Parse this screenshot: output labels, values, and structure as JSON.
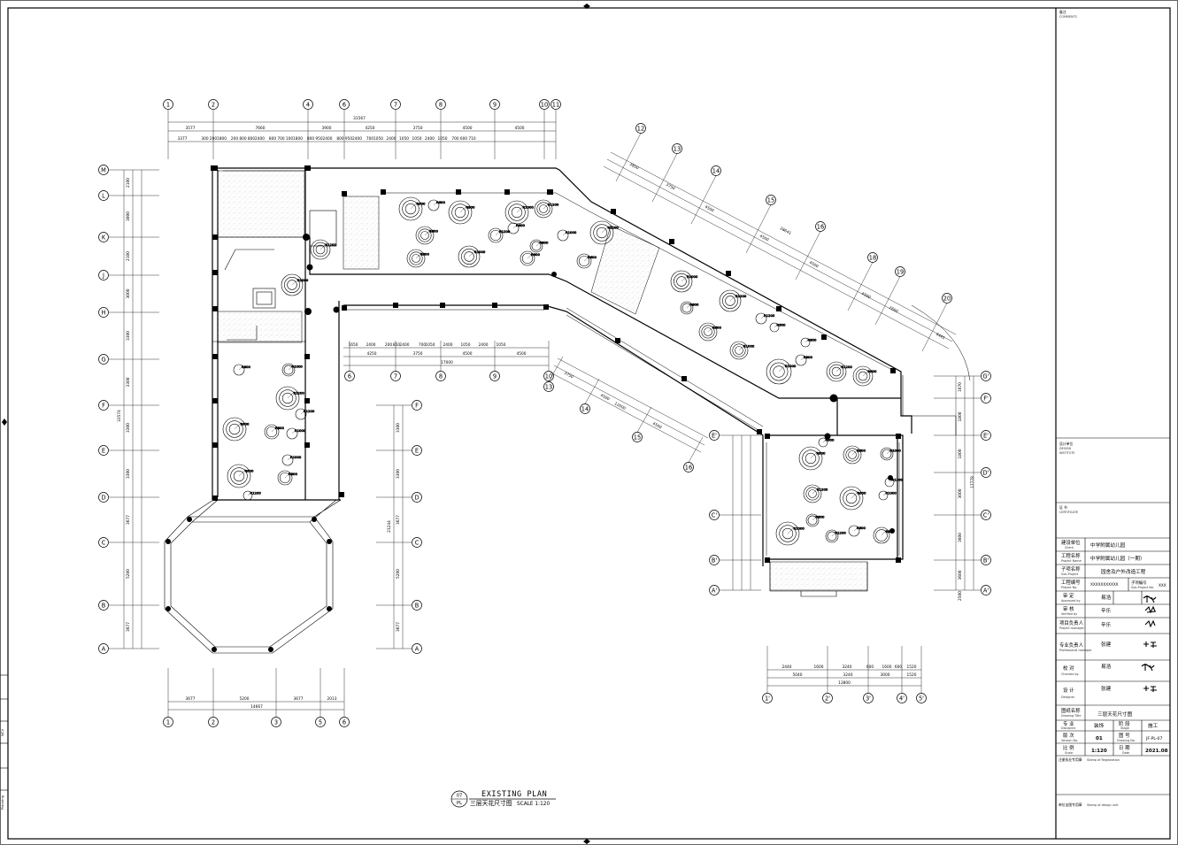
{
  "drawing": {
    "title_en": "EXISTING PLAN",
    "title_cn": "三层天花尺寸图",
    "scale": "SCALE 1:120",
    "bubble_top": "07",
    "bubble_bottom": "PL"
  },
  "title_block": {
    "comments_cn": "备注",
    "comments_en": "COMMENTS",
    "design_unit_cn": "设计单位",
    "design_unit_en1": "DESIGN",
    "design_unit_en2": "INSTITUTE",
    "cert_cn": "证 书",
    "cert_en": "CERTIFICATE",
    "client_cn": "建设单位",
    "client_en": "Client",
    "client_val": "中学附属幼儿园",
    "project_cn": "工程名称",
    "project_en": "Project Name",
    "project_val": "中学附属幼儿园（一期）",
    "subproject_cn": "子项名称",
    "subproject_en": "Sub-Project",
    "subproject_val": "园舍及户外改造工程",
    "projno_cn": "工程编号",
    "projno_en": "Project No.",
    "projno_val": "XXXXXXXXXXX",
    "subprojno_cn": "子项编号",
    "subprojno_en": "Sub-Project No.",
    "subprojno_val": "XXX",
    "approved_cn": "审 定",
    "approved_en": "Approved by",
    "approved_val": "易浩",
    "verified_cn": "审 核",
    "verified_en": "Verified by",
    "verified_val": "辛乐",
    "pm_cn": "项目负责人",
    "pm_en": "Project manager",
    "pm_val": "辛乐",
    "prof_cn": "专业负责人",
    "prof_en": "Professional manager",
    "prof_val": "张建",
    "checked_cn": "校 对",
    "checked_en": "Checked by",
    "checked_val": "易浩",
    "designer_cn": "设 计",
    "designer_en": "Designer",
    "designer_val": "张建",
    "dtitle_cn": "图纸名称",
    "dtitle_en": "Drawing Title",
    "dtitle_val": "三层天花尺寸图",
    "discipline_cn": "专 业",
    "discipline_en": "Discipline",
    "discipline_val": "装饰",
    "stage_cn": "阶 段",
    "stage_en": "Stage",
    "stage_val": "施工",
    "version_cn": "版 次",
    "version_en": "Version No.",
    "version_val": "01",
    "drawno_cn": "图 号",
    "drawno_en": "Drawing No.",
    "drawno_val": "JF-PL-07",
    "scale_cn": "比 例",
    "scale_en": "Scale",
    "scale_val": "1:120",
    "date_cn": "日 期",
    "date_en": "Date",
    "date_val": "2021.08",
    "reg_cn": "注册执业专用章",
    "reg_en": "Stamp of Registration",
    "stamp_cn": "单位出图专用章",
    "stamp_en": "Stamp of design unit"
  },
  "left_strip": {
    "label1": "Planning",
    "label2": "NCV"
  },
  "axes": {
    "top": [
      "1",
      "2",
      "4",
      "6",
      "7",
      "8",
      "9",
      "10",
      "11"
    ],
    "bottom": [
      "1",
      "2",
      "3",
      "5",
      "6"
    ],
    "left": [
      "M",
      "L",
      "K",
      "J",
      "H",
      "G",
      "F",
      "E",
      "D",
      "C",
      "B",
      "A"
    ],
    "mid_column": [
      "F",
      "E",
      "D",
      "C",
      "B",
      "A"
    ],
    "mid_row": [
      "6",
      "7",
      "8",
      "9",
      "10"
    ],
    "diagonal_top": [
      "12",
      "13",
      "14",
      "15",
      "16",
      "18",
      "19",
      "20"
    ],
    "diagonal_low": [
      "13",
      "14",
      "15",
      "16"
    ],
    "right": [
      "G'",
      "F'",
      "E'",
      "D'",
      "C'",
      "B'",
      "A'"
    ],
    "right_inner": [
      "E'",
      "C'",
      "B'",
      "A'"
    ],
    "right_bottom": [
      "1'",
      "2'",
      "3'",
      "4'",
      "5'"
    ]
  },
  "dimensions": {
    "top_total": "31567",
    "top_row1": [
      "3577",
      "7660",
      "3900",
      "4250",
      "3750",
      "4500",
      "4500"
    ],
    "top_row2": [
      "3377",
      "300",
      "200",
      "1800",
      "200",
      "800",
      "800",
      "2400",
      "800",
      "700",
      "100",
      "1800",
      "800",
      "950",
      "2400",
      "800",
      "950",
      "2400",
      "700",
      "1050",
      "2400",
      "1050",
      "1050",
      "2400",
      "1050",
      "700",
      "600",
      "710"
    ],
    "bottom_total": "14667",
    "bottom_row": [
      "3677",
      "5200",
      "3677",
      "2013"
    ],
    "mid_row_top": [
      "1650",
      "2400",
      "200",
      "850",
      "2400",
      "700",
      "1050",
      "2400",
      "1050",
      "2400",
      "1050"
    ],
    "mid_row_bot": [
      "4250",
      "3750",
      "4500",
      "4500"
    ],
    "mid_row_total": "17000",
    "left_col": [
      "2100",
      "3000",
      "2100",
      "3000",
      "3300",
      "3300",
      "3300",
      "3300",
      "3677",
      "5200",
      "3677"
    ],
    "left_total": "33574",
    "mid_col": [
      "3300",
      "3300",
      "3677",
      "5200",
      "3677"
    ],
    "mid_col_total": "23244",
    "right_col": [
      "1670",
      "1800",
      "1800",
      "3000",
      "3600",
      "3600",
      "2500"
    ],
    "right_total": "17778",
    "right_bot_row1": [
      "2440",
      "1600",
      "3240",
      "600",
      "1600",
      "600",
      "1520"
    ],
    "right_bot_row2": [
      "5040",
      "3240",
      "3000",
      "1520"
    ],
    "right_bot_total": "13800",
    "diag_top_total": "28641",
    "diag_top_row": [
      "3850",
      "3750",
      "4500",
      "4500",
      "4500",
      "4500",
      "2600",
      "4441"
    ],
    "diag_low_row": [
      "3750",
      "4500",
      "4500"
    ],
    "diag_low_total": "12000"
  },
  "light_labels": [
    "R600",
    "R800",
    "R1000",
    "R1200",
    "R400",
    "2400",
    "1800",
    "3000",
    "1600",
    "400"
  ]
}
